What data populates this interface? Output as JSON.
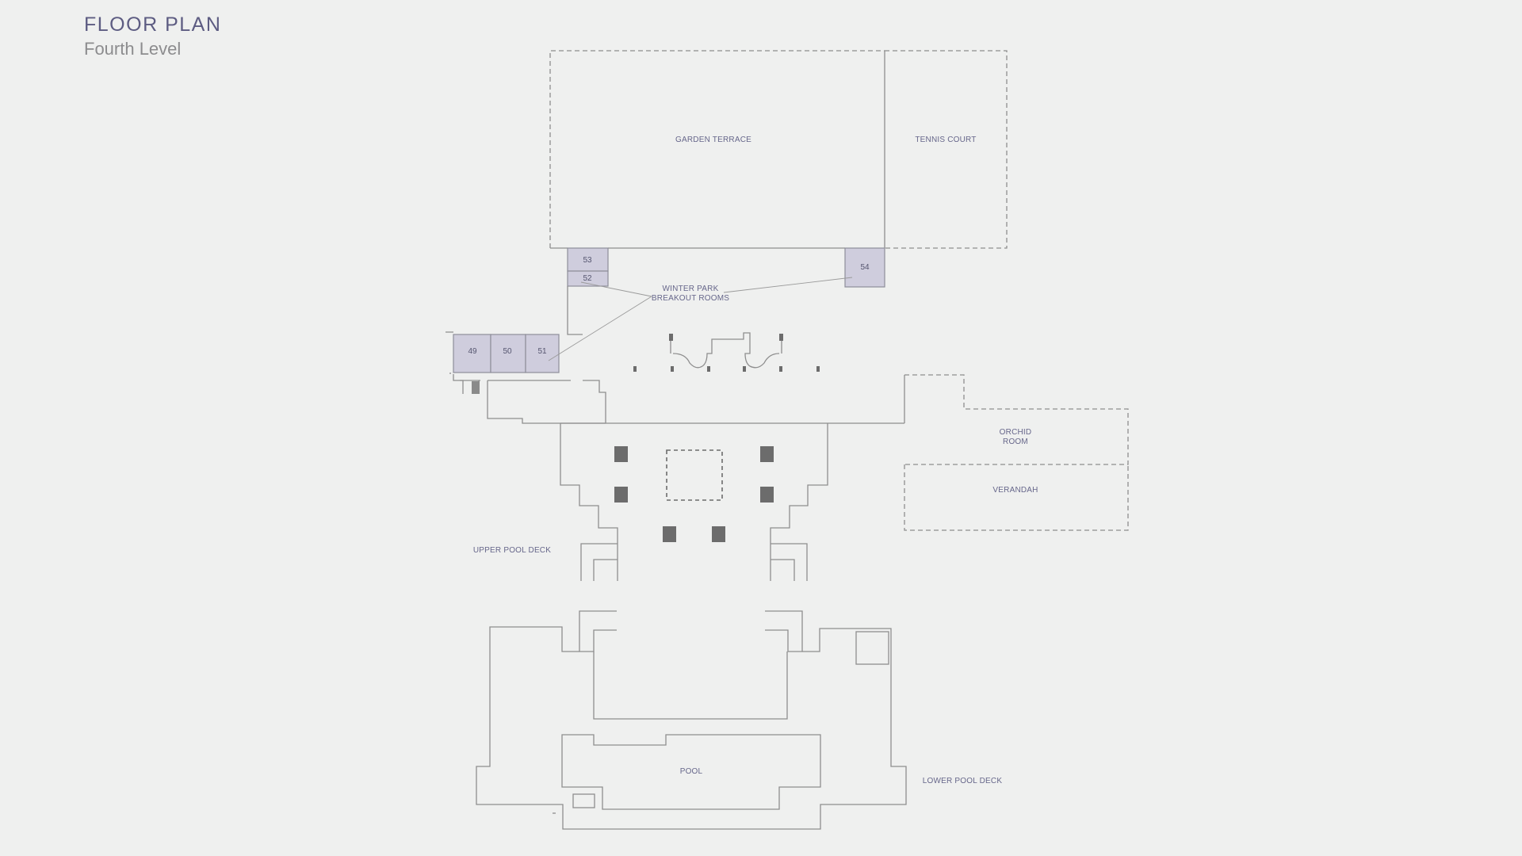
{
  "header": {
    "title": "FLOOR PLAN",
    "subtitle": "Fourth Level"
  },
  "areas": {
    "garden_terrace": "GARDEN TERRACE",
    "tennis_court": "TENNIS COURT",
    "breakout_line1": "WINTER PARK",
    "breakout_line2": "BREAKOUT ROOMS",
    "orchid_line1": "ORCHID",
    "orchid_line2": "ROOM",
    "verandah": "VERANDAH",
    "upper_pool_deck": "UPPER POOL DECK",
    "pool": "POOL",
    "lower_pool_deck": "LOWER  POOL DECK"
  },
  "rooms": {
    "r49": "49",
    "r50": "50",
    "r51": "51",
    "r52": "52",
    "r53": "53",
    "r54": "54"
  },
  "colors": {
    "background": "#eff0ef",
    "breakout_room_fill": "#cfcddd",
    "wall_line": "#8e8e8e",
    "label_text": "#66668a",
    "pillar": "#6c6c6c"
  }
}
